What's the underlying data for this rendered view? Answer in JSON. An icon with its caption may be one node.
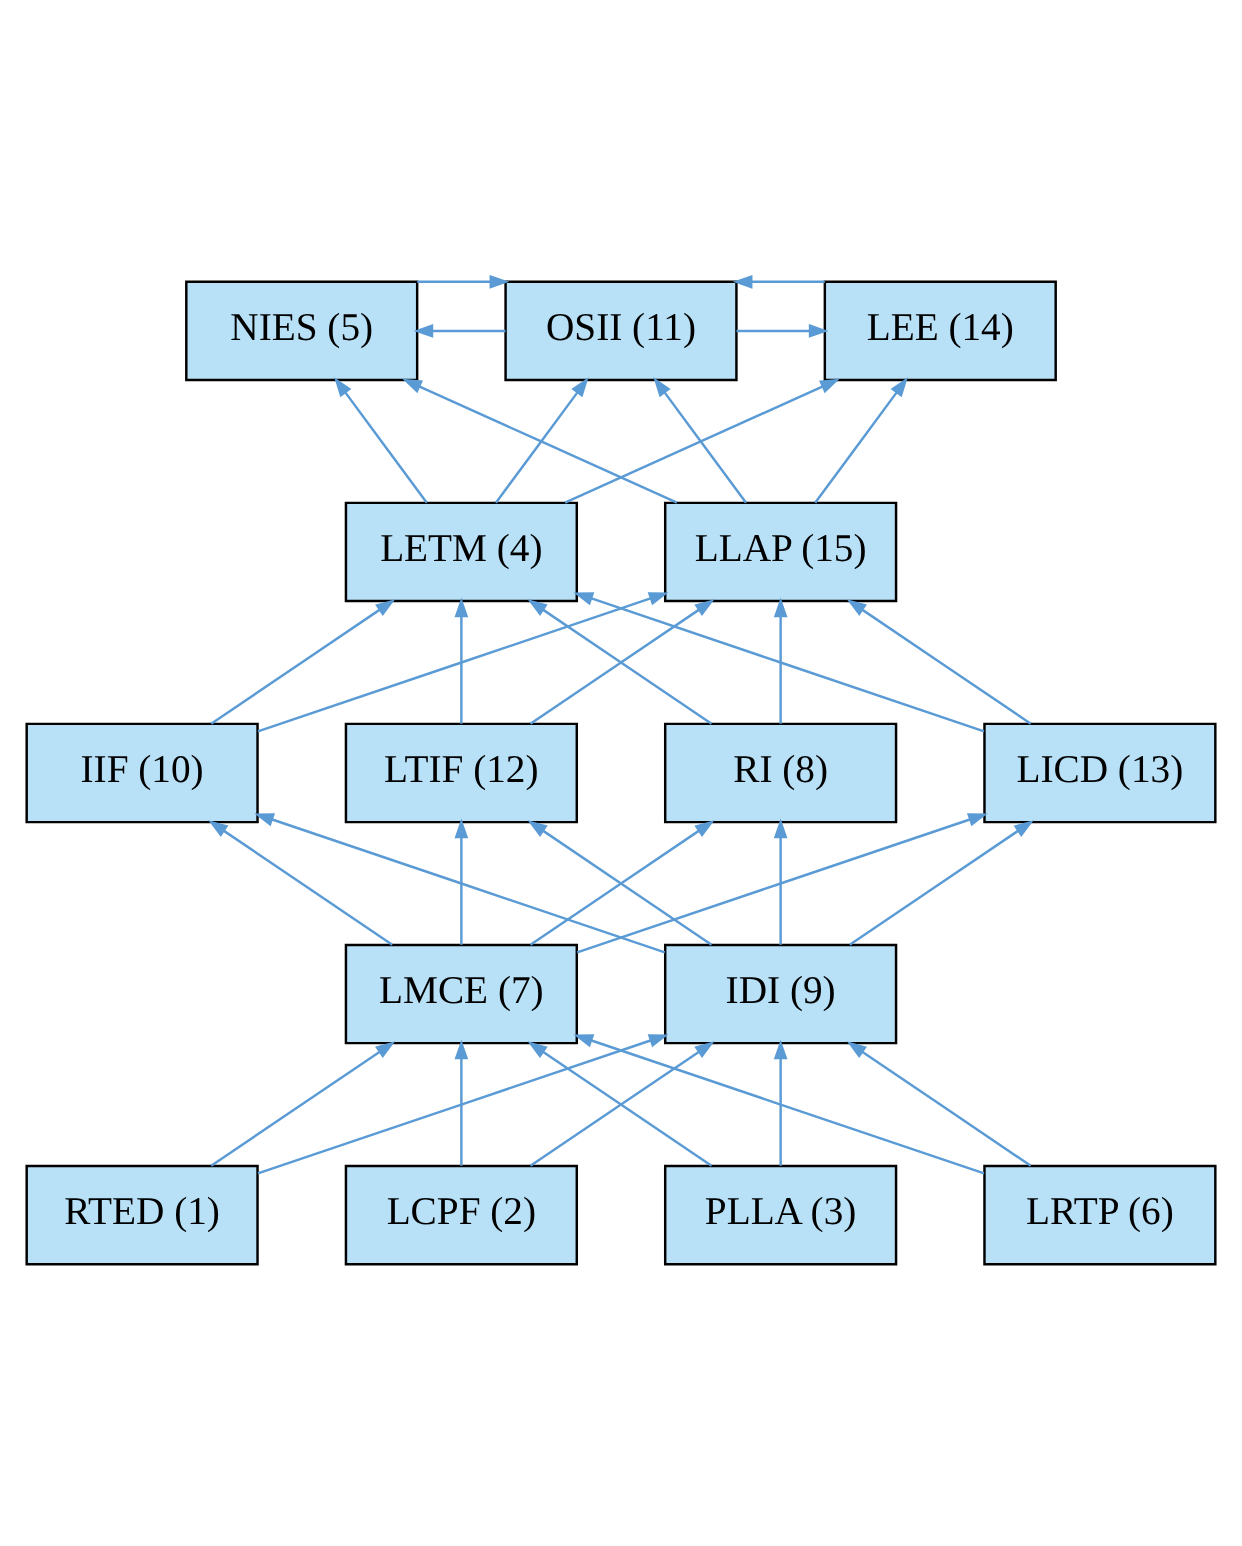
{
  "diagram": {
    "nodes": [
      {
        "text": [
          "NIES (5)"
        ]
      },
      {
        "text": [
          "OSII (11)"
        ]
      },
      {
        "text": [
          "LEE (14)"
        ]
      },
      {
        "text": [
          "LETM (4)"
        ]
      },
      {
        "text": [
          "LLAP (15)"
        ]
      },
      {
        "text": [
          "IIF (10)"
        ]
      },
      {
        "text": [
          "LTIF (12)"
        ]
      },
      {
        "text": [
          "RI (8)"
        ]
      },
      {
        "text": [
          "LICD (13)"
        ]
      },
      {
        "text": [
          "LMCE (7)"
        ]
      },
      {
        "text": [
          "IDI (9)"
        ]
      },
      {
        "text": [
          "RTED (1)"
        ]
      },
      {
        "text": [
          "LCPF (2)"
        ]
      },
      {
        "text": [
          "PLLA (3)"
        ]
      },
      {
        "text": [
          "LRTP (6)"
        ]
      }
    ],
    "edges": [
      {
        "from": 1,
        "to": 0,
        "arrow": "to"
      },
      {
        "from": 0,
        "to": 1,
        "arrow": "to"
      },
      {
        "from": 1,
        "to": 2,
        "arrow": "to"
      },
      {
        "from": 2,
        "to": 1,
        "arrow": "to"
      },
      {
        "from": 3,
        "to": 0,
        "arrow": "to"
      },
      {
        "from": 3,
        "to": 1,
        "arrow": "to"
      },
      {
        "from": 3,
        "to": 2,
        "arrow": "to"
      },
      {
        "from": 4,
        "to": 0,
        "arrow": "to"
      },
      {
        "from": 4,
        "to": 1,
        "arrow": "to"
      },
      {
        "from": 4,
        "to": 2,
        "arrow": "to"
      },
      {
        "from": 5,
        "to": 3,
        "arrow": "to"
      },
      {
        "from": 5,
        "to": 4,
        "arrow": "to"
      },
      {
        "from": 6,
        "to": 3,
        "arrow": "to"
      },
      {
        "from": 6,
        "to": 4,
        "arrow": "to"
      },
      {
        "from": 7,
        "to": 3,
        "arrow": "to"
      },
      {
        "from": 7,
        "to": 4,
        "arrow": "to"
      },
      {
        "from": 8,
        "to": 3,
        "arrow": "to"
      },
      {
        "from": 8,
        "to": 4,
        "arrow": "to"
      },
      {
        "from": 9,
        "to": 5,
        "arrow": "to"
      },
      {
        "from": 9,
        "to": 6,
        "arrow": "to"
      },
      {
        "from": 9,
        "to": 7,
        "arrow": "to"
      },
      {
        "from": 9,
        "to": 8,
        "arrow": "to"
      },
      {
        "from": 10,
        "to": 5,
        "arrow": "to"
      },
      {
        "from": 10,
        "to": 6,
        "arrow": "to"
      },
      {
        "from": 10,
        "to": 7,
        "arrow": "to"
      },
      {
        "from": 10,
        "to": 8,
        "arrow": "to"
      },
      {
        "from": 11,
        "to": 9,
        "arrow": "to"
      },
      {
        "from": 11,
        "to": 10,
        "arrow": "to"
      },
      {
        "from": 12,
        "to": 9,
        "arrow": "to"
      },
      {
        "from": 12,
        "to": 10,
        "arrow": "to"
      },
      {
        "from": 13,
        "to": 9,
        "arrow": "to"
      },
      {
        "from": 13,
        "to": 10,
        "arrow": "to"
      },
      {
        "from": 14,
        "to": 9,
        "arrow": "to"
      },
      {
        "from": 14,
        "to": 10,
        "arrow": "to"
      }
    ]
  }
}
